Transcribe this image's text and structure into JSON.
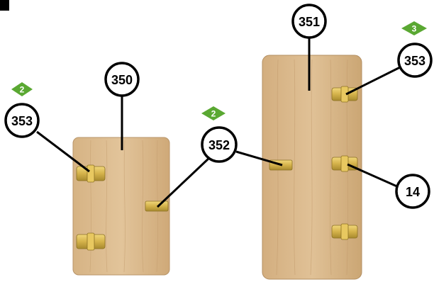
{
  "callouts": {
    "part_350": "350",
    "part_351": "351",
    "part_352": "352",
    "part_353_left": "353",
    "part_353_right": "353",
    "part_14": "14"
  },
  "steps": {
    "left_353_step": "2",
    "center_352_step": "2",
    "right_353_step": "3"
  },
  "colors": {
    "wood": "#d9b98f",
    "wood_dark": "#c9a57a",
    "brass": "#d4b24a",
    "step_marker": "#5aa832",
    "callout_stroke": "#000000"
  }
}
